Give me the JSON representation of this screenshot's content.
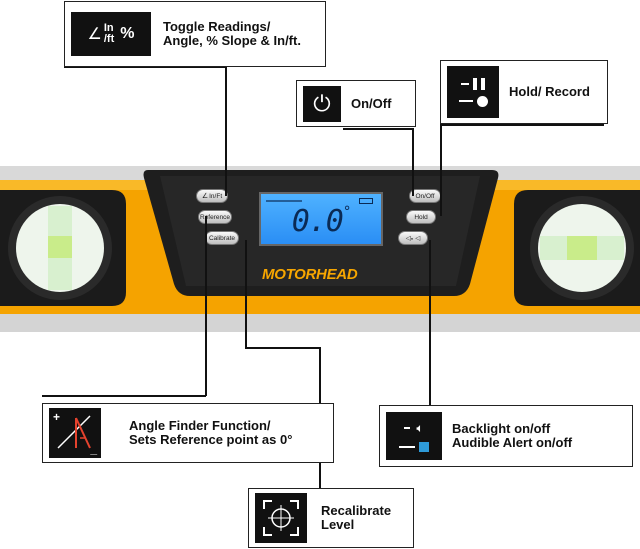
{
  "callouts": {
    "toggle": {
      "icon_in": "In",
      "icon_ft": "/ft",
      "icon_pct": "%",
      "line1": "Toggle Readings/",
      "line2": "Angle, % Slope & In/ft."
    },
    "onoff": {
      "label": "On/Off",
      "icon": "power-icon"
    },
    "hold": {
      "label": "Hold/ Record",
      "icon": "hold-record-icon"
    },
    "angle": {
      "line1": "Angle Finder Function/",
      "line2": "Sets Reference point as 0°",
      "icon_plus": "+",
      "icon_minus": "_"
    },
    "backlight": {
      "line1": "Backlight on/off",
      "line2": "Audible Alert on/off",
      "icon": "backlight-speaker-icon"
    },
    "recal": {
      "line1": "Recalibrate",
      "line2": "Level",
      "icon": "crosshair-icon"
    }
  },
  "level": {
    "brand": "MOTORHEAD",
    "reading": "0.0",
    "degree": "°",
    "buttons": {
      "inft": "In/Ft",
      "reference": "Reference",
      "calibrate": "Calibrate",
      "onoff": "On/Off",
      "hold": "Hold",
      "backlight": "◁ₙ ◁"
    }
  },
  "colors": {
    "frame": "#f5a300",
    "lcd": "#3a9cf7",
    "brand": "#f7a600"
  }
}
